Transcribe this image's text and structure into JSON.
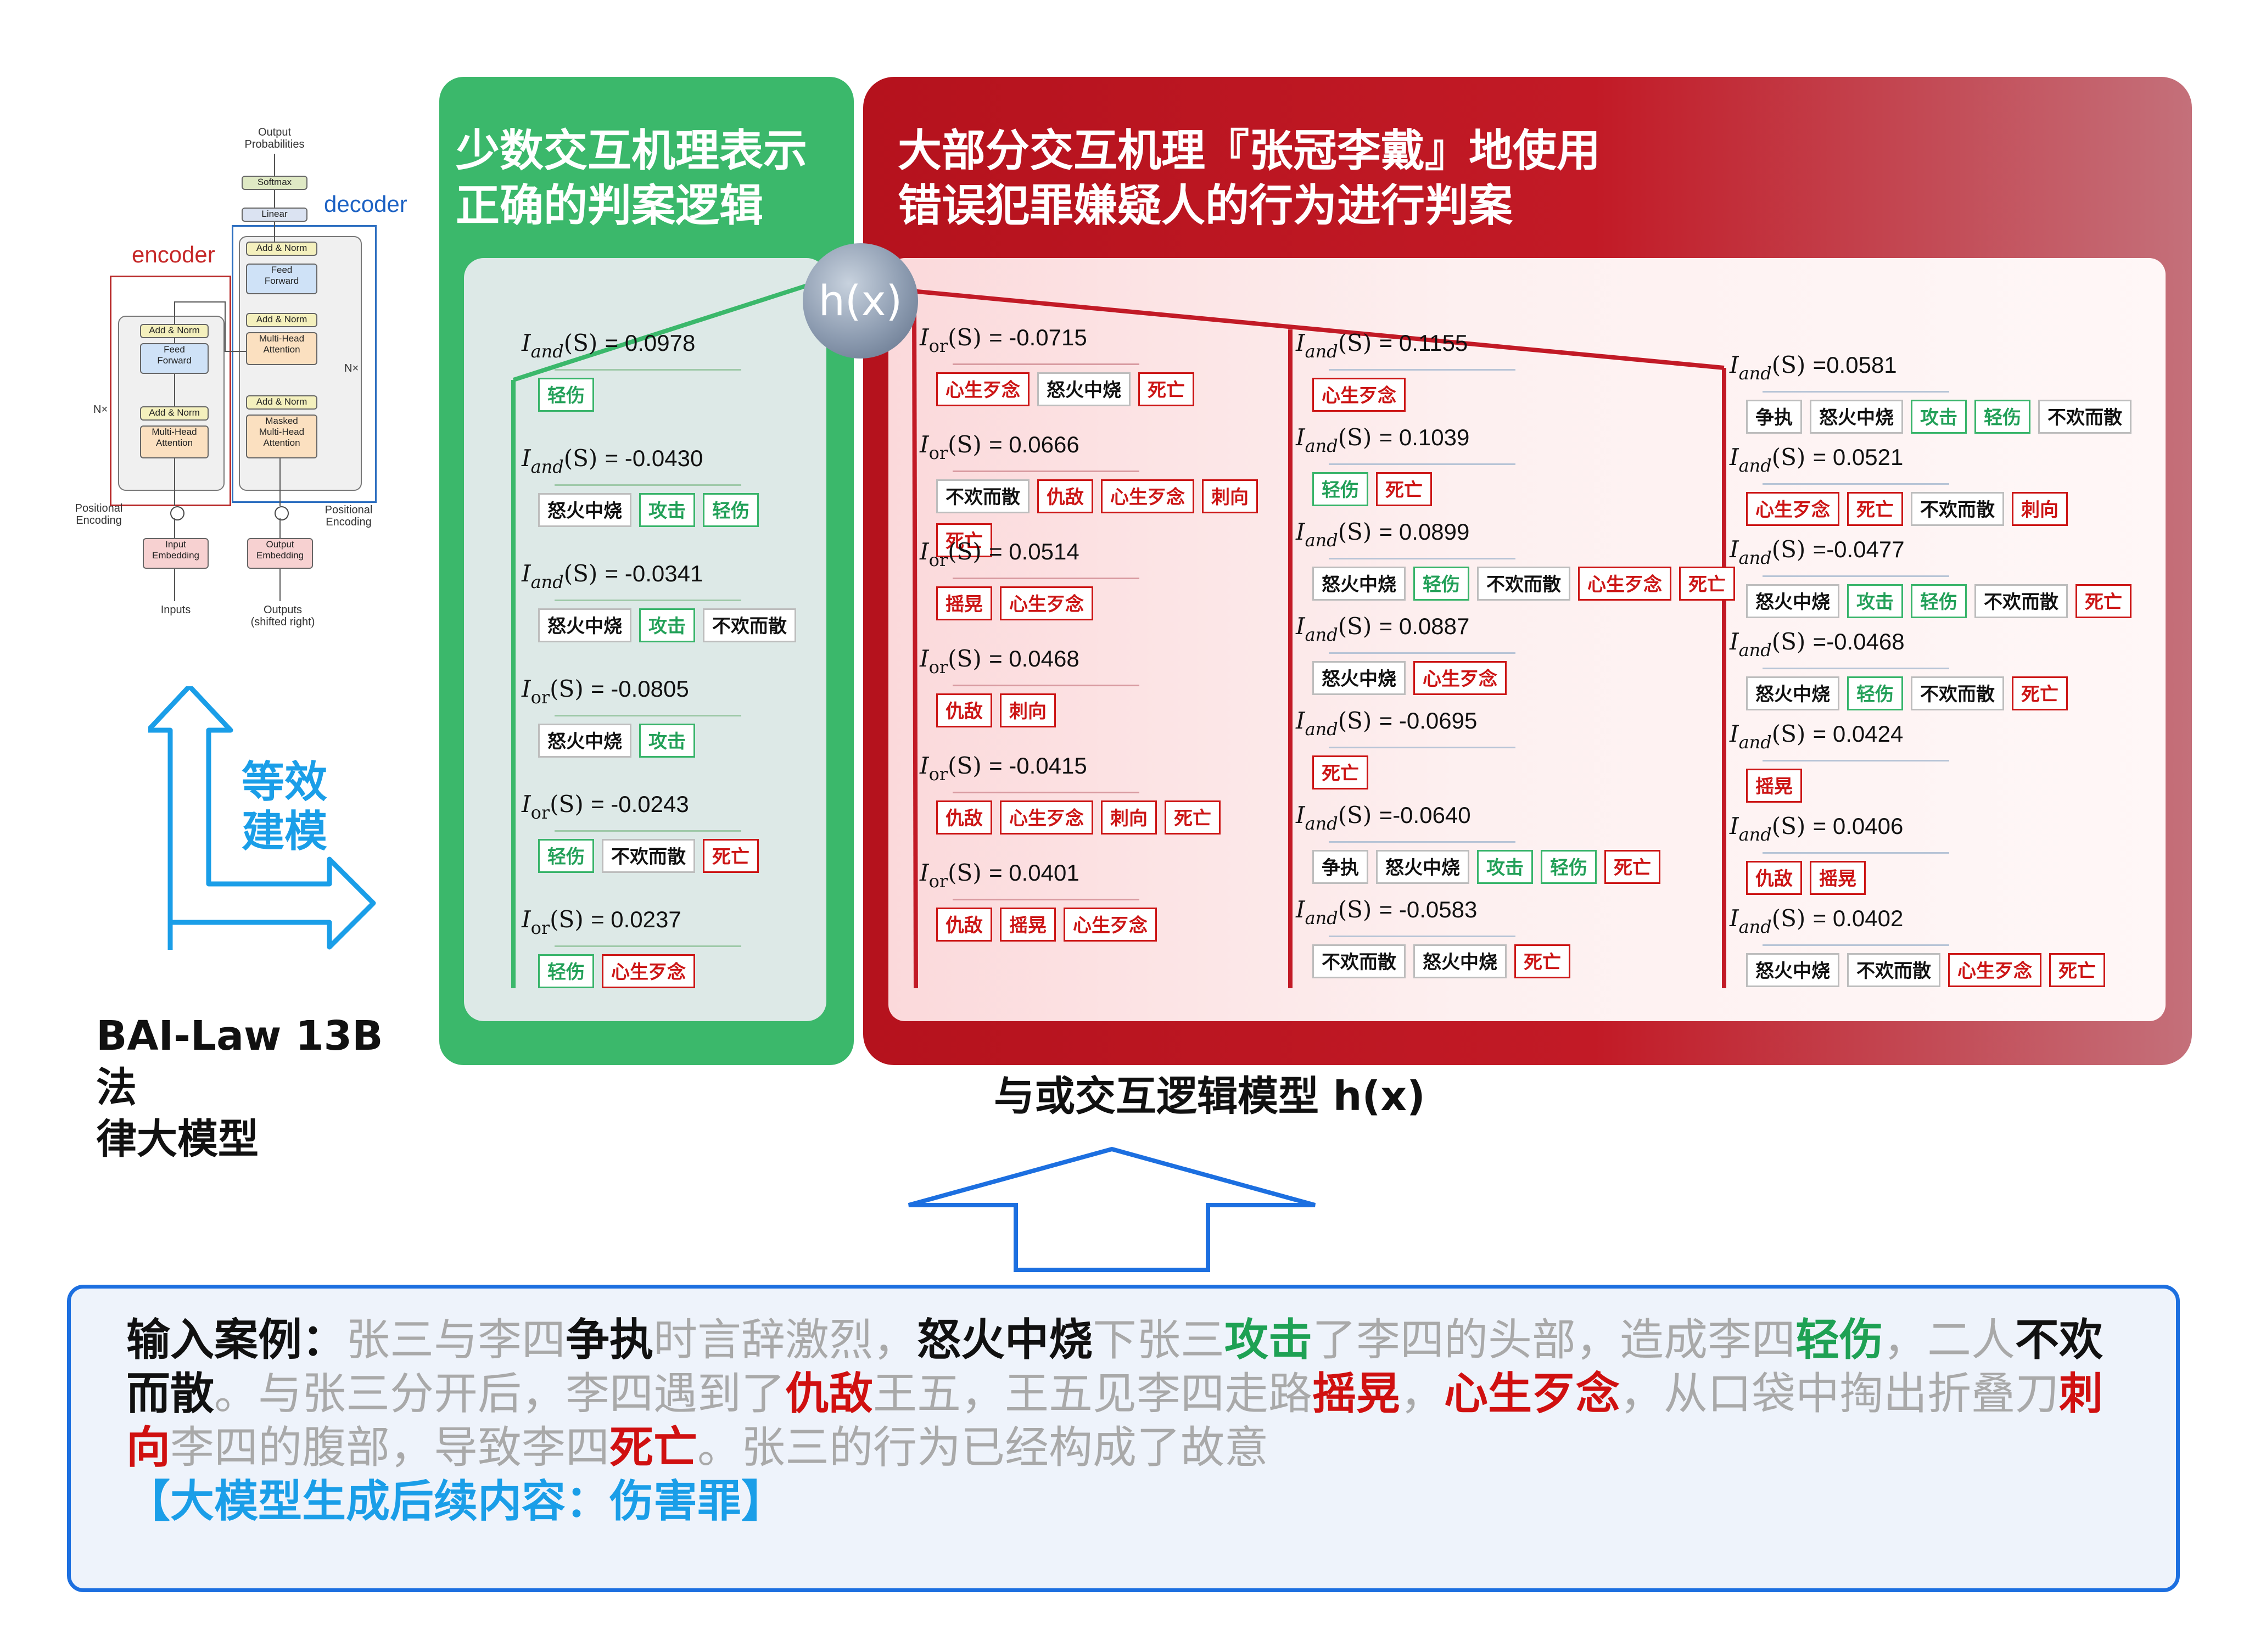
{
  "transformer": {
    "output_probabilities": "Output\nProbabilities",
    "softmax": "Softmax",
    "linear": "Linear",
    "add_norm": "Add & Norm",
    "feed_forward": "Feed\nForward",
    "multi_head": "Multi-Head\nAttention",
    "masked_multi_head": "Masked\nMulti-Head\nAttention",
    "positional_encoding": "Positional\nEncoding",
    "input_embedding": "Input\nEmbedding",
    "output_embedding": "Output\nEmbedding",
    "inputs": "Inputs",
    "outputs": "Outputs\n(shifted right)",
    "nx": "N×",
    "encoder": "encoder",
    "decoder": "decoder"
  },
  "equiv_label": "等效\n建模",
  "model_caption": "BAI-Law 13B 法\n律大模型",
  "green_panel": {
    "title": "少数交互机理表示\n正确的判案逻辑"
  },
  "red_panel": {
    "title": "大部分交互机理『张冠李戴』地使用\n错误犯罪嫌疑人的行为进行判案"
  },
  "hx_label": "h(x)",
  "logic_caption": "与或交互逻辑模型 h(x)",
  "colors": {
    "green": "#3bb86b",
    "red": "#c21a26",
    "blue": "#1c6fe0",
    "cyan": "#1a9ee8"
  },
  "interactions": {
    "green": [
      {
        "op": "and",
        "value": "= 0.0978",
        "words": [
          {
            "t": "轻伤",
            "c": "g"
          }
        ]
      },
      {
        "op": "and",
        "value": "= -0.0430",
        "words": [
          {
            "t": "怒火中烧",
            "c": "n"
          },
          {
            "t": "攻击",
            "c": "g"
          },
          {
            "t": "轻伤",
            "c": "g"
          }
        ]
      },
      {
        "op": "and",
        "value": "= -0.0341",
        "words": [
          {
            "t": "怒火中烧",
            "c": "n"
          },
          {
            "t": "攻击",
            "c": "g"
          },
          {
            "t": "不欢而散",
            "c": "n"
          }
        ]
      },
      {
        "op": "or",
        "value": "= -0.0805",
        "words": [
          {
            "t": "怒火中烧",
            "c": "n"
          },
          {
            "t": "攻击",
            "c": "g"
          }
        ]
      },
      {
        "op": "or",
        "value": "= -0.0243",
        "words": [
          {
            "t": "轻伤",
            "c": "g"
          },
          {
            "t": "不欢而散",
            "c": "n"
          },
          {
            "t": "死亡",
            "c": "r"
          }
        ]
      },
      {
        "op": "or",
        "value": "= 0.0237",
        "words": [
          {
            "t": "轻伤",
            "c": "g"
          },
          {
            "t": "心生歹念",
            "c": "r"
          }
        ]
      }
    ],
    "red_col1": [
      {
        "op": "or",
        "value": "= -0.0715",
        "words": [
          {
            "t": "心生歹念",
            "c": "r"
          },
          {
            "t": "怒火中烧",
            "c": "n"
          },
          {
            "t": "死亡",
            "c": "r"
          }
        ]
      },
      {
        "op": "or",
        "value": "= 0.0666",
        "words": [
          {
            "t": "不欢而散",
            "c": "n"
          },
          {
            "t": "仇敌",
            "c": "r"
          },
          {
            "t": "心生歹念",
            "c": "r"
          },
          {
            "t": "刺向",
            "c": "r"
          },
          {
            "t": "死亡",
            "c": "r"
          }
        ]
      },
      {
        "op": "or",
        "value": "= 0.0514",
        "words": [
          {
            "t": "摇晃",
            "c": "r"
          },
          {
            "t": "心生歹念",
            "c": "r"
          }
        ]
      },
      {
        "op": "or",
        "value": "= 0.0468",
        "words": [
          {
            "t": "仇敌",
            "c": "r"
          },
          {
            "t": "刺向",
            "c": "r"
          }
        ]
      },
      {
        "op": "or",
        "value": "= -0.0415",
        "words": [
          {
            "t": "仇敌",
            "c": "r"
          },
          {
            "t": "心生歹念",
            "c": "r"
          },
          {
            "t": "刺向",
            "c": "r"
          },
          {
            "t": "死亡",
            "c": "r"
          }
        ]
      },
      {
        "op": "or",
        "value": "= 0.0401",
        "words": [
          {
            "t": "仇敌",
            "c": "r"
          },
          {
            "t": "摇晃",
            "c": "r"
          },
          {
            "t": "心生歹念",
            "c": "r"
          }
        ]
      }
    ],
    "red_col2": [
      {
        "op": "and",
        "value": "= 0.1155",
        "words": [
          {
            "t": "心生歹念",
            "c": "r"
          }
        ]
      },
      {
        "op": "and",
        "value": "= 0.1039",
        "words": [
          {
            "t": "轻伤",
            "c": "g"
          },
          {
            "t": "死亡",
            "c": "r"
          }
        ]
      },
      {
        "op": "and",
        "value": "= 0.0899",
        "words": [
          {
            "t": "怒火中烧",
            "c": "n"
          },
          {
            "t": "轻伤",
            "c": "g"
          },
          {
            "t": "不欢而散",
            "c": "n"
          },
          {
            "t": "心生歹念",
            "c": "r"
          },
          {
            "t": "死亡",
            "c": "r"
          }
        ]
      },
      {
        "op": "and",
        "value": "= 0.0887",
        "words": [
          {
            "t": "怒火中烧",
            "c": "n"
          },
          {
            "t": "心生歹念",
            "c": "r"
          }
        ]
      },
      {
        "op": "and",
        "value": "= -0.0695",
        "words": [
          {
            "t": "死亡",
            "c": "r"
          }
        ]
      },
      {
        "op": "and",
        "value": "=-0.0640",
        "words": [
          {
            "t": "争执",
            "c": "n"
          },
          {
            "t": "怒火中烧",
            "c": "n"
          },
          {
            "t": "攻击",
            "c": "g"
          },
          {
            "t": "轻伤",
            "c": "g"
          },
          {
            "t": "死亡",
            "c": "r"
          }
        ]
      },
      {
        "op": "and",
        "value": "= -0.0583",
        "words": [
          {
            "t": "不欢而散",
            "c": "n"
          },
          {
            "t": "怒火中烧",
            "c": "n"
          },
          {
            "t": "死亡",
            "c": "r"
          }
        ]
      }
    ],
    "red_col3": [
      {
        "op": "and",
        "value": "=0.0581",
        "words": [
          {
            "t": "争执",
            "c": "n"
          },
          {
            "t": "怒火中烧",
            "c": "n"
          },
          {
            "t": "攻击",
            "c": "g"
          },
          {
            "t": "轻伤",
            "c": "g"
          },
          {
            "t": "不欢而散",
            "c": "n"
          }
        ]
      },
      {
        "op": "and",
        "value": "= 0.0521",
        "words": [
          {
            "t": "心生歹念",
            "c": "r"
          },
          {
            "t": "死亡",
            "c": "r"
          },
          {
            "t": "不欢而散",
            "c": "n"
          },
          {
            "t": "刺向",
            "c": "r"
          }
        ]
      },
      {
        "op": "and",
        "value": "=-0.0477",
        "words": [
          {
            "t": "怒火中烧",
            "c": "n"
          },
          {
            "t": "攻击",
            "c": "g"
          },
          {
            "t": "轻伤",
            "c": "g"
          },
          {
            "t": "不欢而散",
            "c": "n"
          },
          {
            "t": "死亡",
            "c": "r"
          }
        ]
      },
      {
        "op": "and",
        "value": "=-0.0468",
        "words": [
          {
            "t": "怒火中烧",
            "c": "n"
          },
          {
            "t": "轻伤",
            "c": "g"
          },
          {
            "t": "不欢而散",
            "c": "n"
          },
          {
            "t": "死亡",
            "c": "r"
          }
        ]
      },
      {
        "op": "and",
        "value": "= 0.0424",
        "words": [
          {
            "t": "摇晃",
            "c": "r"
          }
        ]
      },
      {
        "op": "and",
        "value": "= 0.0406",
        "words": [
          {
            "t": "仇敌",
            "c": "r"
          },
          {
            "t": "摇晃",
            "c": "r"
          }
        ]
      },
      {
        "op": "and",
        "value": "= 0.0402",
        "words": [
          {
            "t": "怒火中烧",
            "c": "n"
          },
          {
            "t": "不欢而散",
            "c": "n"
          },
          {
            "t": "心生歹念",
            "c": "r"
          },
          {
            "t": "死亡",
            "c": "r"
          }
        ]
      }
    ]
  },
  "input_case": {
    "label": "输入案例：",
    "segments": [
      {
        "t": "张三与李四",
        "c": "gray"
      },
      {
        "t": "争执",
        "c": "k"
      },
      {
        "t": "时言辞激烈，",
        "c": "gray"
      },
      {
        "t": "怒火中烧",
        "c": "k"
      },
      {
        "t": "下张三",
        "c": "gray"
      },
      {
        "t": "攻击",
        "c": "kg"
      },
      {
        "t": "了李四的头部，造成李四",
        "c": "gray"
      },
      {
        "t": "轻伤",
        "c": "kg"
      },
      {
        "t": "，二人",
        "c": "gray"
      },
      {
        "t": "不欢而散",
        "c": "k"
      },
      {
        "t": "。与张三分开后，李四遇到了",
        "c": "gray"
      },
      {
        "t": "仇敌",
        "c": "kr"
      },
      {
        "t": "王五，王五见李四走路",
        "c": "gray"
      },
      {
        "t": "摇晃",
        "c": "kr"
      },
      {
        "t": "，",
        "c": "gray"
      },
      {
        "t": "心生歹念",
        "c": "kr"
      },
      {
        "t": "，从口袋中掏出折叠刀",
        "c": "gray"
      },
      {
        "t": "刺向",
        "c": "kr"
      },
      {
        "t": "李四的腹部，导致李四",
        "c": "gray"
      },
      {
        "t": "死亡",
        "c": "kr"
      },
      {
        "t": "。张三的行为已经构成了故意",
        "c": "gray"
      }
    ],
    "generated": "【大模型生成后续内容：伤害罪】"
  }
}
